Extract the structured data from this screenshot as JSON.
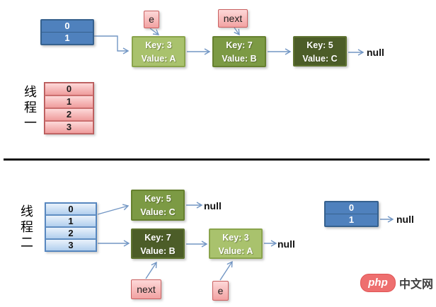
{
  "colors": {
    "steel_blue": "#4f81bd",
    "node_light_green": "#a9c26d",
    "node_medium_green": "#7c9a44",
    "node_dark_green": "#4c5d28",
    "pointer_pink": "#f2a2a2",
    "arrow_blue": "#7296c4",
    "brand_red": "#ee6f6f"
  },
  "thread1": {
    "label": "线程一",
    "bucket_rows": [
      "0",
      "1"
    ],
    "table_rows": [
      "0",
      "1",
      "2",
      "3"
    ],
    "pointer_e": "e",
    "pointer_next": "next",
    "nodes": [
      {
        "key": "Key: 3",
        "value": "Value: A"
      },
      {
        "key": "Key: 7",
        "value": "Value: B"
      },
      {
        "key": "Key: 5",
        "value": "Value: C"
      }
    ],
    "tail": "null"
  },
  "thread2": {
    "label": "线程二",
    "table_rows": [
      "0",
      "1",
      "2",
      "3"
    ],
    "bucket_rows": [
      "0",
      "1"
    ],
    "pointer_e": "e",
    "pointer_next": "next",
    "nodes": [
      {
        "key": "Key: 5",
        "value": "Value: C"
      },
      {
        "key": "Key: 7",
        "value": "Value: B"
      },
      {
        "key": "Key: 3",
        "value": "Value: A"
      }
    ],
    "tails": [
      "null",
      "null",
      "null"
    ]
  },
  "watermark": {
    "brand": "php",
    "site": "中文网"
  }
}
